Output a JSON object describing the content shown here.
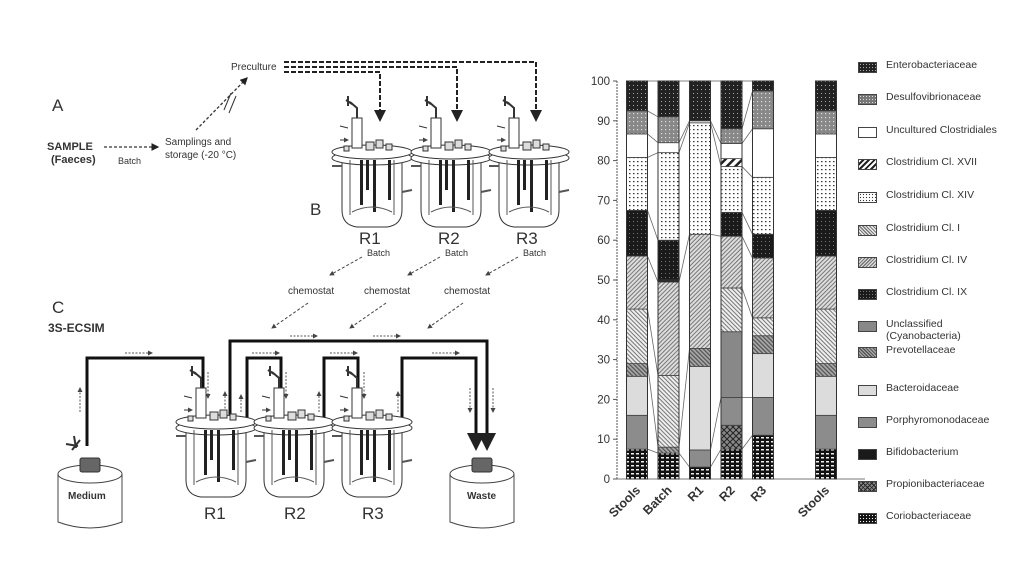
{
  "diagram": {
    "panel_a": {
      "letter": "A",
      "sample_line1": "SAMPLE",
      "sample_line2": "(Faeces)",
      "batch_label": "Batch",
      "samplings_line1": "Samplings and",
      "samplings_line2": "storage (-20 °C)",
      "preculture": "Preculture"
    },
    "panel_b": {
      "letter": "B",
      "reactors": [
        {
          "name": "R1",
          "mode": "Batch"
        },
        {
          "name": "R2",
          "mode": "Batch"
        },
        {
          "name": "R3",
          "mode": "Batch"
        }
      ],
      "transitions": [
        "chemostat",
        "chemostat",
        "chemostat"
      ]
    },
    "panel_c": {
      "letter": "C",
      "title": "3S-ECSIM",
      "medium": "Medium",
      "waste": "Waste",
      "reactors": [
        "R1",
        "R2",
        "R3"
      ]
    }
  },
  "chart_data": {
    "type": "bar",
    "stacked": true,
    "title": "",
    "xlabel": "",
    "ylabel": "",
    "ylim": [
      0,
      100
    ],
    "yticks": [
      0,
      10,
      20,
      30,
      40,
      50,
      60,
      70,
      80,
      90,
      100
    ],
    "categories": [
      "Stools",
      "Batch",
      "R1",
      "R2",
      "R3",
      "",
      "Stools"
    ],
    "legend_position": "right",
    "series": [
      {
        "name": "Coriobacteriaceae",
        "values": [
          7.5,
          6.5,
          3.0,
          7.5,
          11.0,
          0,
          7.5
        ]
      },
      {
        "name": "Propionibacteriaceae",
        "values": [
          0,
          0,
          0,
          6.0,
          0,
          0,
          0
        ]
      },
      {
        "name": "Bifidobacterium",
        "values": [
          0,
          0,
          0,
          0,
          0,
          0,
          0
        ]
      },
      {
        "name": "Porphyromonodaceae",
        "values": [
          8.5,
          0,
          4.3,
          7.0,
          9.5,
          0,
          8.5
        ]
      },
      {
        "name": "Bacteroidaceae",
        "values": [
          9.8,
          0,
          21.0,
          0,
          11.0,
          0,
          9.8
        ]
      },
      {
        "name": "Prevotellaceae",
        "values": [
          3.2,
          1.5,
          4.5,
          0,
          4.5,
          0,
          3.2
        ]
      },
      {
        "name": "Unclassified (Cyanobacteria)",
        "values": [
          0,
          0,
          0,
          16.5,
          0,
          0,
          0
        ]
      },
      {
        "name": "Clostridium Cl. I",
        "values": [
          13.7,
          18.0,
          0,
          11.0,
          4.5,
          0,
          13.7
        ]
      },
      {
        "name": "Clostridium Cl. IV",
        "values": [
          13.3,
          23.5,
          28.7,
          13.0,
          15.0,
          0,
          13.3
        ]
      },
      {
        "name": "Bifidobacterium (upper)",
        "values": [
          0,
          0.5,
          0,
          0,
          0,
          0,
          0
        ]
      },
      {
        "name": "Clostridium Cl. IX",
        "values": [
          11.5,
          10.0,
          0,
          6.0,
          6.0,
          0,
          11.5
        ]
      },
      {
        "name": "Clostridium Cl. XIV",
        "values": [
          13.3,
          22.0,
          28.0,
          11.5,
          14.3,
          0,
          13.3
        ]
      },
      {
        "name": "Clostridium Cl. XVII",
        "values": [
          0,
          0,
          0,
          2.0,
          0,
          0,
          0
        ]
      },
      {
        "name": "Uncultured Clostridiales",
        "values": [
          5.9,
          2.5,
          0.5,
          3.8,
          12.2,
          0,
          5.9
        ]
      },
      {
        "name": "Desulfovibrionaceae",
        "values": [
          5.8,
          6.5,
          0,
          3.7,
          9.5,
          0,
          5.8
        ]
      },
      {
        "name": "Enterobacteriaceae",
        "values": [
          7.5,
          9.0,
          10.0,
          12.0,
          2.5,
          0,
          7.5
        ]
      }
    ],
    "legend": [
      "Enterobacteriaceae",
      "Desulfovibrionaceae",
      "Uncultured Clostridiales",
      "Clostridium Cl. XVII",
      "Clostridium Cl. XIV",
      "Clostridium Cl. I",
      "Clostridium Cl. IV",
      "Clostridium Cl. IX",
      "Unclassified (Cyanobacteria)",
      "Prevotellaceae",
      "Bacteroidaceae",
      "Porphyromonodaceae",
      "Bifidobacterium",
      "Propionibacteriaceae",
      "Coriobacteriaceae"
    ]
  }
}
